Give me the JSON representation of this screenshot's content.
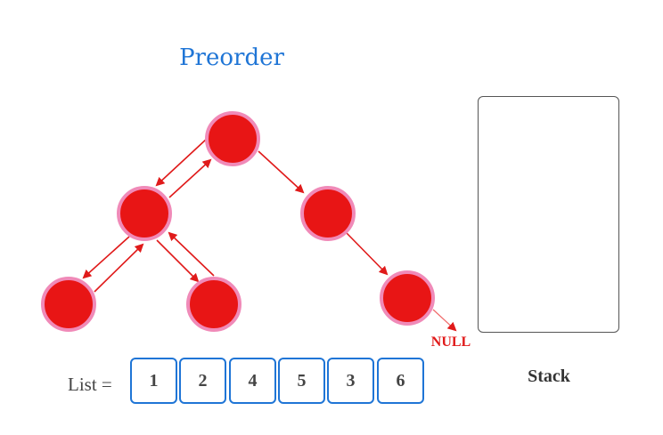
{
  "title": "Preorder",
  "null_label": "NULL",
  "list": {
    "label": "List =",
    "values": [
      "1",
      "2",
      "4",
      "5",
      "3",
      "6"
    ]
  },
  "stack": {
    "label": "Stack"
  },
  "colors": {
    "title": "#1f75d6",
    "node_fill": "#e81515",
    "node_ring": "#f08ab8",
    "arrow": "#e01a1a",
    "list_border": "#1f75d6"
  },
  "tree": {
    "nodes": [
      {
        "id": "n1"
      },
      {
        "id": "n2"
      },
      {
        "id": "n3"
      },
      {
        "id": "n4"
      },
      {
        "id": "n5"
      },
      {
        "id": "n6"
      }
    ],
    "traversal_arrows": [
      {
        "from": "n1",
        "to": "n2"
      },
      {
        "from": "n2",
        "to": "n1"
      },
      {
        "from": "n2",
        "to": "n4"
      },
      {
        "from": "n4",
        "to": "n2"
      },
      {
        "from": "n2",
        "to": "n5"
      },
      {
        "from": "n5",
        "to": "n2"
      },
      {
        "from": "n1",
        "to": "n3"
      },
      {
        "from": "n3",
        "to": "n6"
      },
      {
        "from": "n6",
        "to": "null"
      }
    ]
  }
}
